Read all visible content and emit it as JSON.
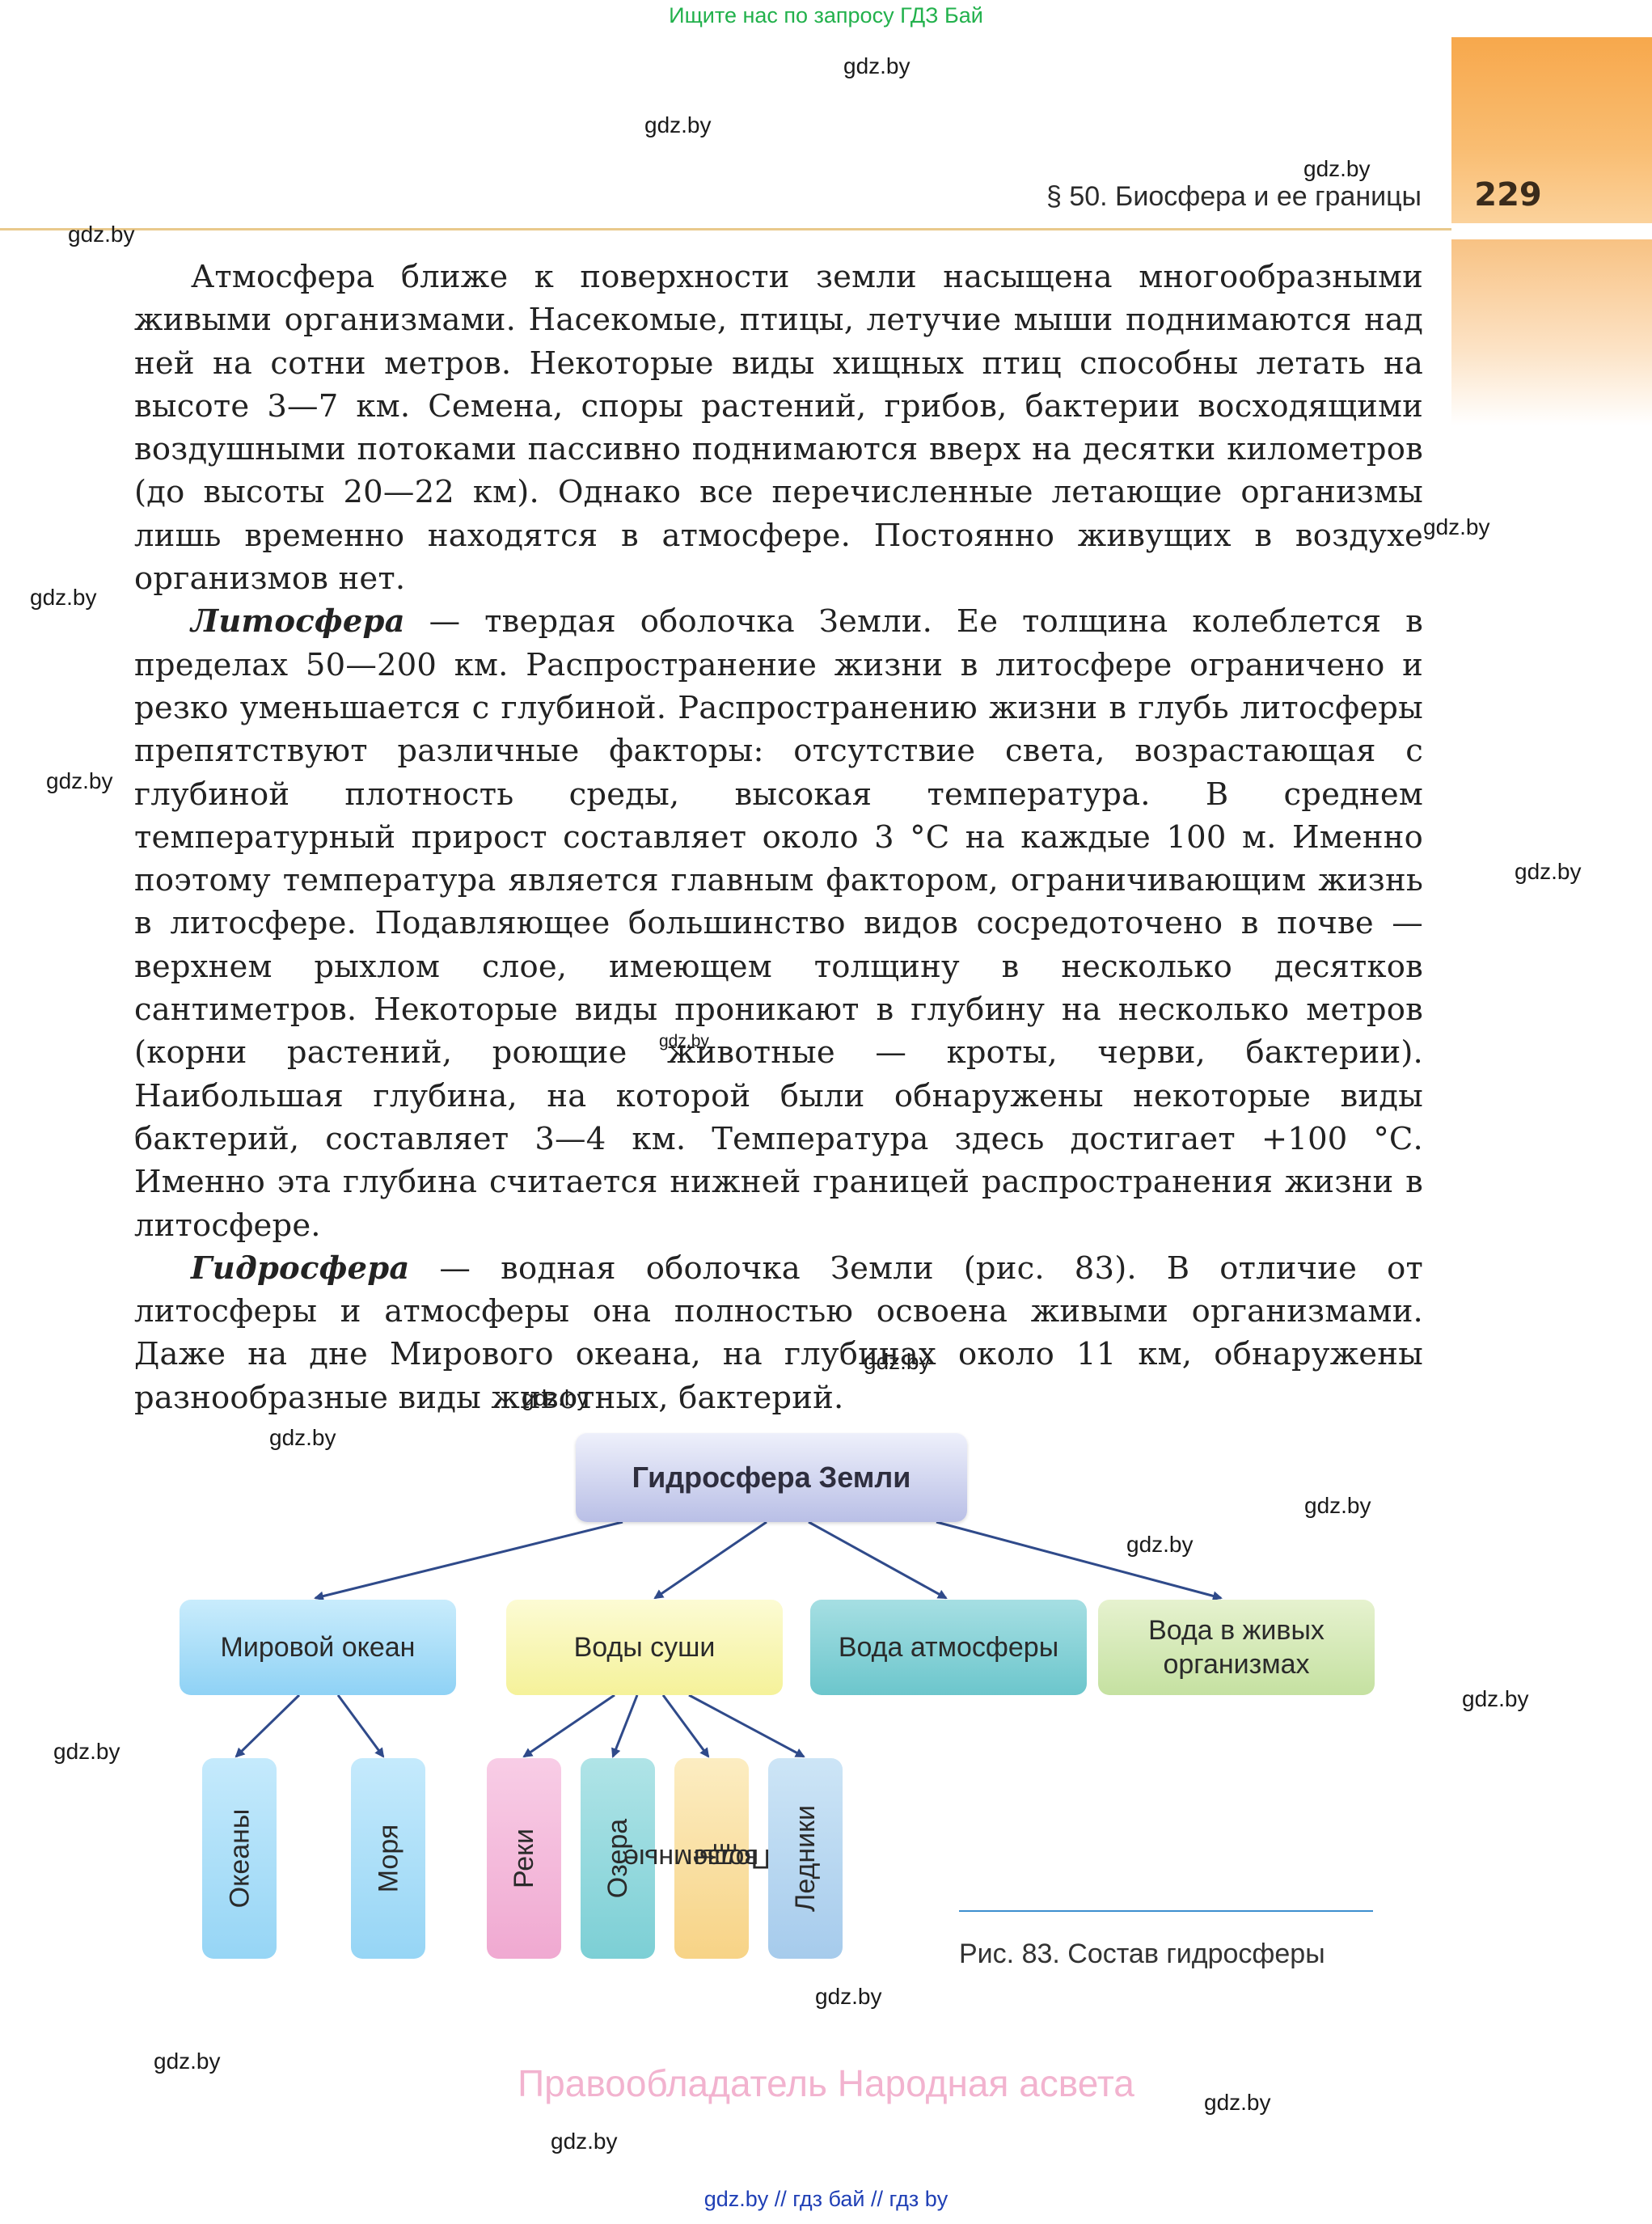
{
  "banner": "Ищите нас по запросу ГДЗ Бай",
  "header": {
    "section": "§ 50. Биосфера и ее границы",
    "page_number": "229"
  },
  "watermark": "gdz.by",
  "paragraphs": {
    "p1": "Атмосфера ближе к поверхности земли насыщена многообразными живыми организмами. Насекомые, птицы, летучие мыши поднимаются над ней на сотни метров. Некоторые виды хищных птиц способны летать на высоте 3—7 км. Семена, споры растений, грибов, бактерии восходящими воздушными потоками пассивно поднимаются вверх на десятки километров (до высоты 20—22 км). Однако все перечисленные летающие организмы лишь временно находятся в атмосфере. Постоянно живущих в воздухе организмов нет.",
    "p2_term": "Литосфера",
    "p2": " — твердая оболочка Земли. Ее толщина колеблется в пределах 50—200 км. Распространение жизни в литосфере ограничено и резко уменьшается с глубиной. Распространению жизни в глубь литосферы препятствуют различные факторы: отсутствие света, возрастающая с глубиной плотность среды, высокая температура. В среднем температурный прирост составляет около 3 °С на каждые 100 м. Именно поэтому температура является главным фактором, ограничивающим жизнь в литосфере. Подавляющее большинство видов сосредоточено в почве — верхнем рыхлом слое, имеющем толщину в несколько десятков сантиметров. Некоторые виды проникают в глубину на несколько метров (корни растений, роющие животные — кроты, черви, бактерии). Наибольшая глубина, на которой были обнаружены некоторые виды бактерий, составляет 3—4 км. Температура здесь достигает +100 °С. Именно эта глубина считается нижней границей распространения жизни в литосфере.",
    "p3_term": "Гидросфера",
    "p3": " — водная оболочка Земли (рис. 83). В отличие от литосферы и атмосферы она полностью освоена живыми организмами. Даже на дне Мирового океана, на глубинах около 11 км, обнаружены разнообразные виды животных, бактерий."
  },
  "diagram": {
    "root": "Гидросфера Земли",
    "ocean": "Мировой океан",
    "land": "Воды суши",
    "atmosphere": "Вода атмосферы",
    "living_line1": "Вода в живых",
    "living_line2": "организмах",
    "oceans": "Океаны",
    "seas": "Моря",
    "rivers": "Реки",
    "lakes": "Озера",
    "ground_line1": "Подземные",
    "ground_line2": "воды",
    "glaciers": "Ледники"
  },
  "caption": "Рис. 83. Состав гидросферы",
  "copyright": "Правообладатель Народная асвета",
  "footer": "gdz.by  //  гдз бай  //  гдз by",
  "colors": {
    "accent_tab": "#f7a84c",
    "banner_green": "#22b14c",
    "footer_blue": "#1f3fb5",
    "copyright_pink": "#f2b3cf",
    "arrow": "#2f4a8a"
  }
}
